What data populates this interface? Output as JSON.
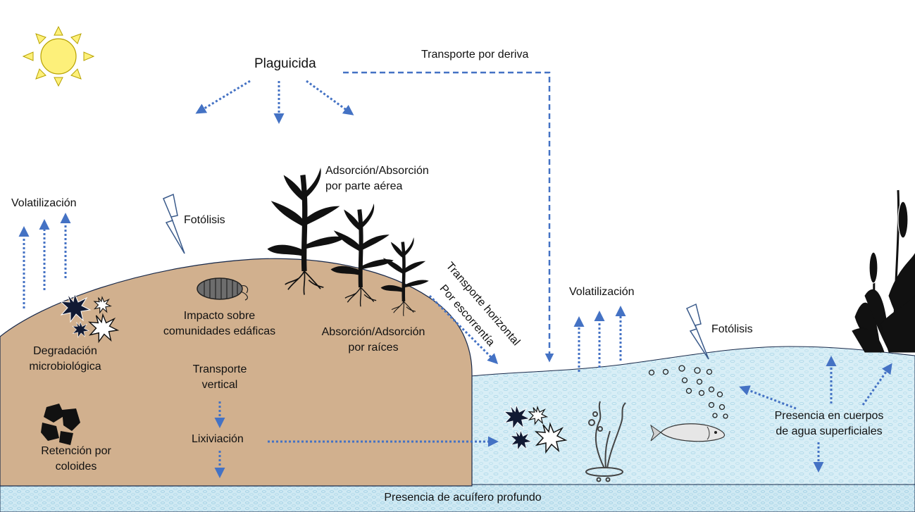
{
  "labels": {
    "plaguicida": "Plaguicida",
    "transporte_deriva": "Transporte por deriva",
    "volatilizacion_suelo": "Volatilización",
    "fotolisis_suelo": "Fotólisis",
    "adsorcion_aerea_1": "Adsorción/Absorción",
    "adsorcion_aerea_2": "por parte aérea",
    "impacto_1": "Impacto sobre",
    "impacto_2": "comunidades edáficas",
    "absorcion_raices_1": "Absorción/Adsorción",
    "absorcion_raices_2": "por raíces",
    "degradacion_1": "Degradación",
    "degradacion_2": "microbiológica",
    "transporte_vertical_1": "Transporte",
    "transporte_vertical_2": "vertical",
    "lixiviacion": "Lixiviación",
    "retencion_1": "Retención por",
    "retencion_2": "coloides",
    "transporte_horizontal_1": "Transporte horizontal",
    "transporte_horizontal_2": "Por escorrentía",
    "volatilizacion_agua": "Volatilización",
    "fotolisis_agua": "Fotólisis",
    "presencia_superficial_1": "Presencia en cuerpos",
    "presencia_superficial_2": "de agua superficiales",
    "acuifero": "Presencia de acuífero profundo"
  },
  "colors": {
    "soil": "#d1b08e",
    "water": "#daf0f7",
    "arrow": "#4472c4",
    "sun": "#fdf07a",
    "plant": "#111111"
  },
  "icons": [
    "sun-icon",
    "lightning-icon",
    "plant-icon",
    "pillbug-icon",
    "starburst-icon",
    "colloid-icon",
    "seaweed-icon",
    "fish-icon",
    "bubble-icon",
    "cattail-icon"
  ]
}
